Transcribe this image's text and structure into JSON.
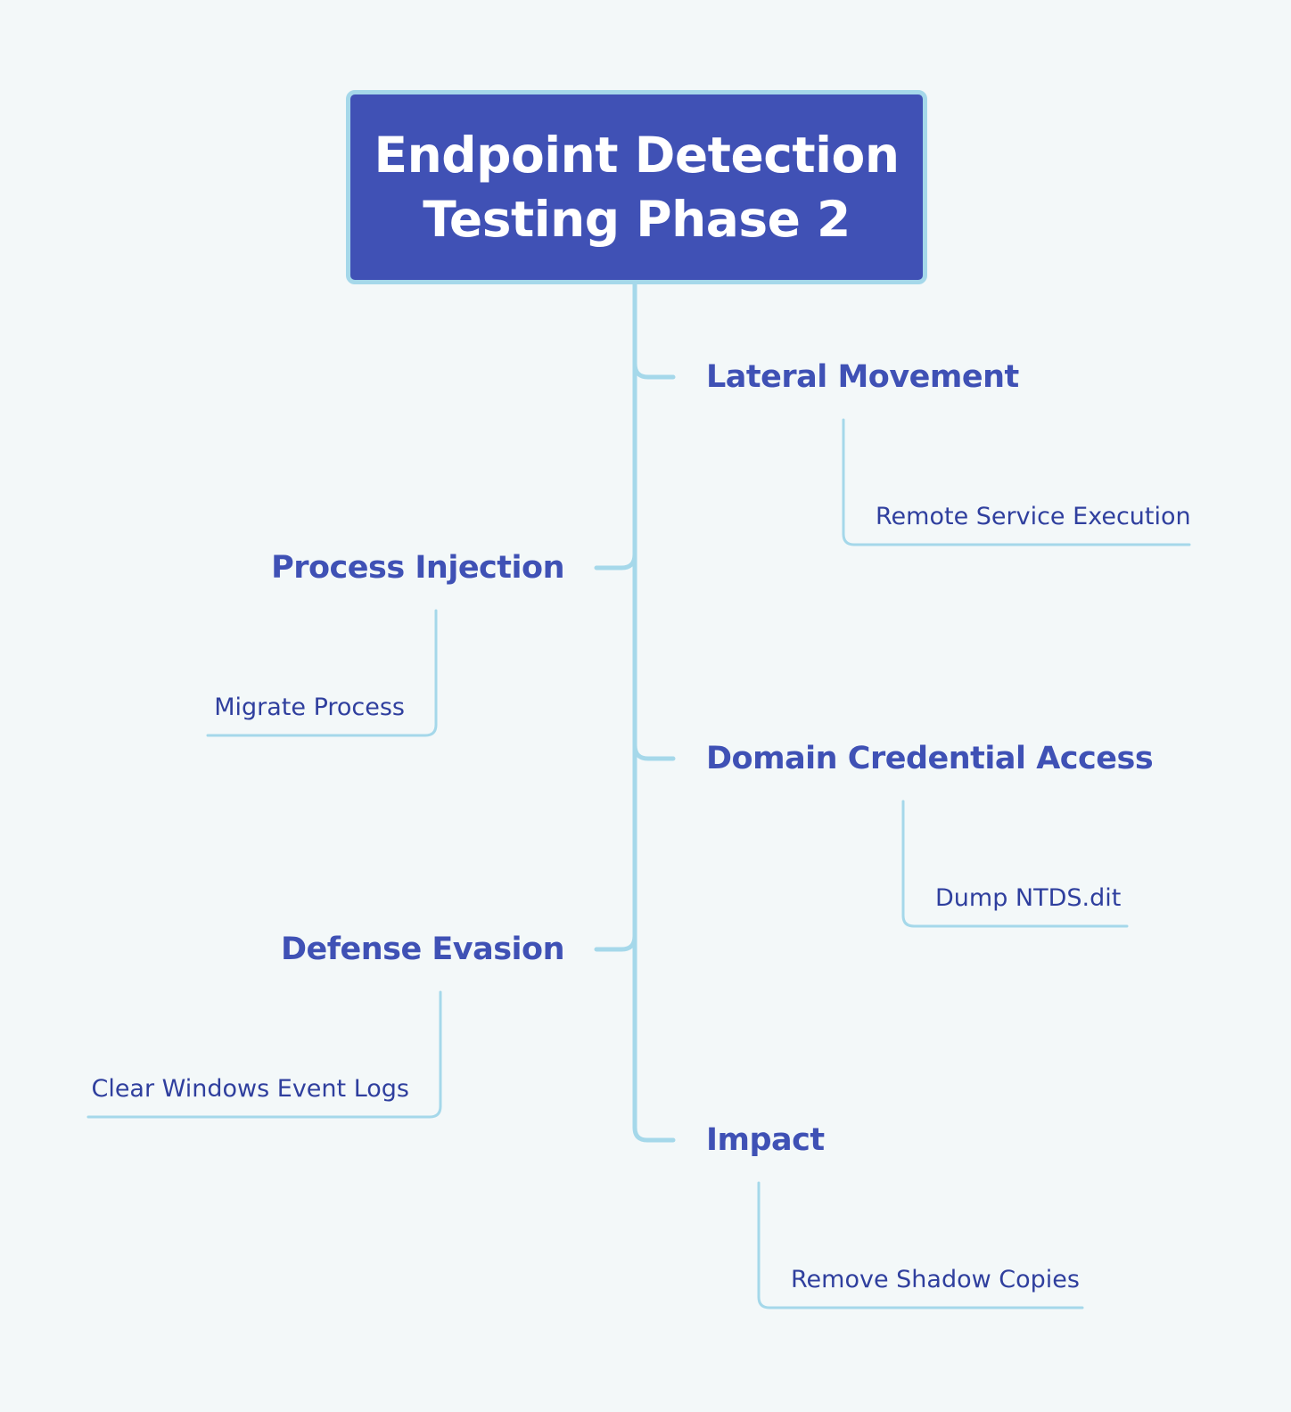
{
  "root": {
    "title_line_1": "Endpoint Detection",
    "title_line_2": "Testing Phase 2"
  },
  "branches": [
    {
      "label": "Lateral Movement",
      "child": "Remote Service Execution"
    },
    {
      "label": "Process Injection",
      "child": "Migrate Process"
    },
    {
      "label": "Domain Credential Access",
      "child": "Dump NTDS.dit"
    },
    {
      "label": "Defense Evasion",
      "child": "Clear Windows Event Logs"
    },
    {
      "label": "Impact",
      "child": "Remove Shadow Copies"
    }
  ],
  "colors": {
    "background": "#f3f8f9",
    "root_fill": "#4051b5",
    "connector": "#a5d8ea",
    "branch_text": "#3f51b5",
    "leaf_text": "#2f3f9e"
  }
}
